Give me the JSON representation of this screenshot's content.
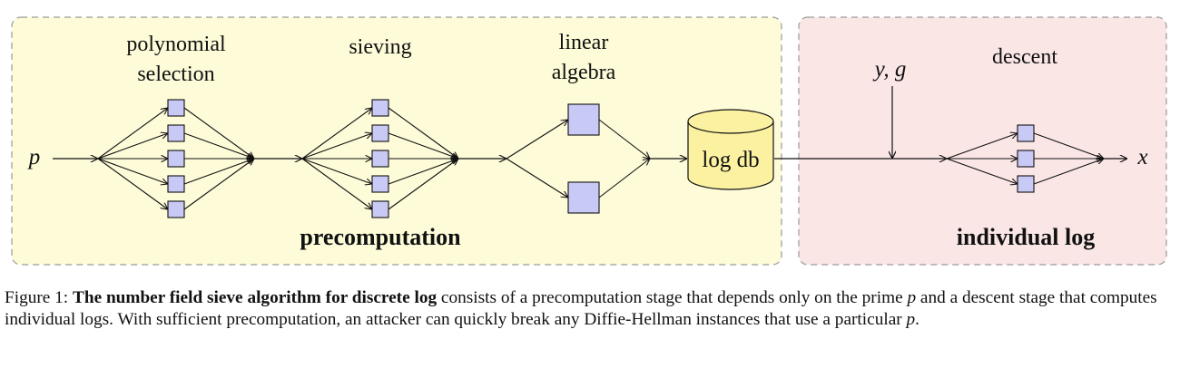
{
  "regions": {
    "precomputation": {
      "label": "precomputation",
      "fill": "#fdfbd8",
      "stroke": "#9a9a9a"
    },
    "individual": {
      "label": "individual log",
      "fill": "#fbe6e6",
      "stroke": "#9a9a9a"
    }
  },
  "stages": {
    "polynomial_selection": {
      "line1": "polynomial",
      "line2": "selection"
    },
    "sieving": {
      "label": "sieving"
    },
    "linear_algebra": {
      "line1": "linear",
      "line2": "algebra"
    },
    "descent": {
      "label": "descent"
    }
  },
  "variables": {
    "input": "p",
    "target": "y, g",
    "output": "x"
  },
  "database": {
    "label": "log db",
    "fill": "#fbf1a0"
  },
  "node_color": "#c9c9f5",
  "caption": {
    "prefix": "Figure 1: ",
    "title": "The number field sieve algorithm for discrete log",
    "text1": " consists of a precomputation stage that depends only on the prime ",
    "var1": "p",
    "text2": " and a descent stage that computes individual logs. With sufficient precomputation, an attacker can quickly break any Diffie-Hellman instances that use a particular ",
    "var2": "p",
    "text3": "."
  }
}
